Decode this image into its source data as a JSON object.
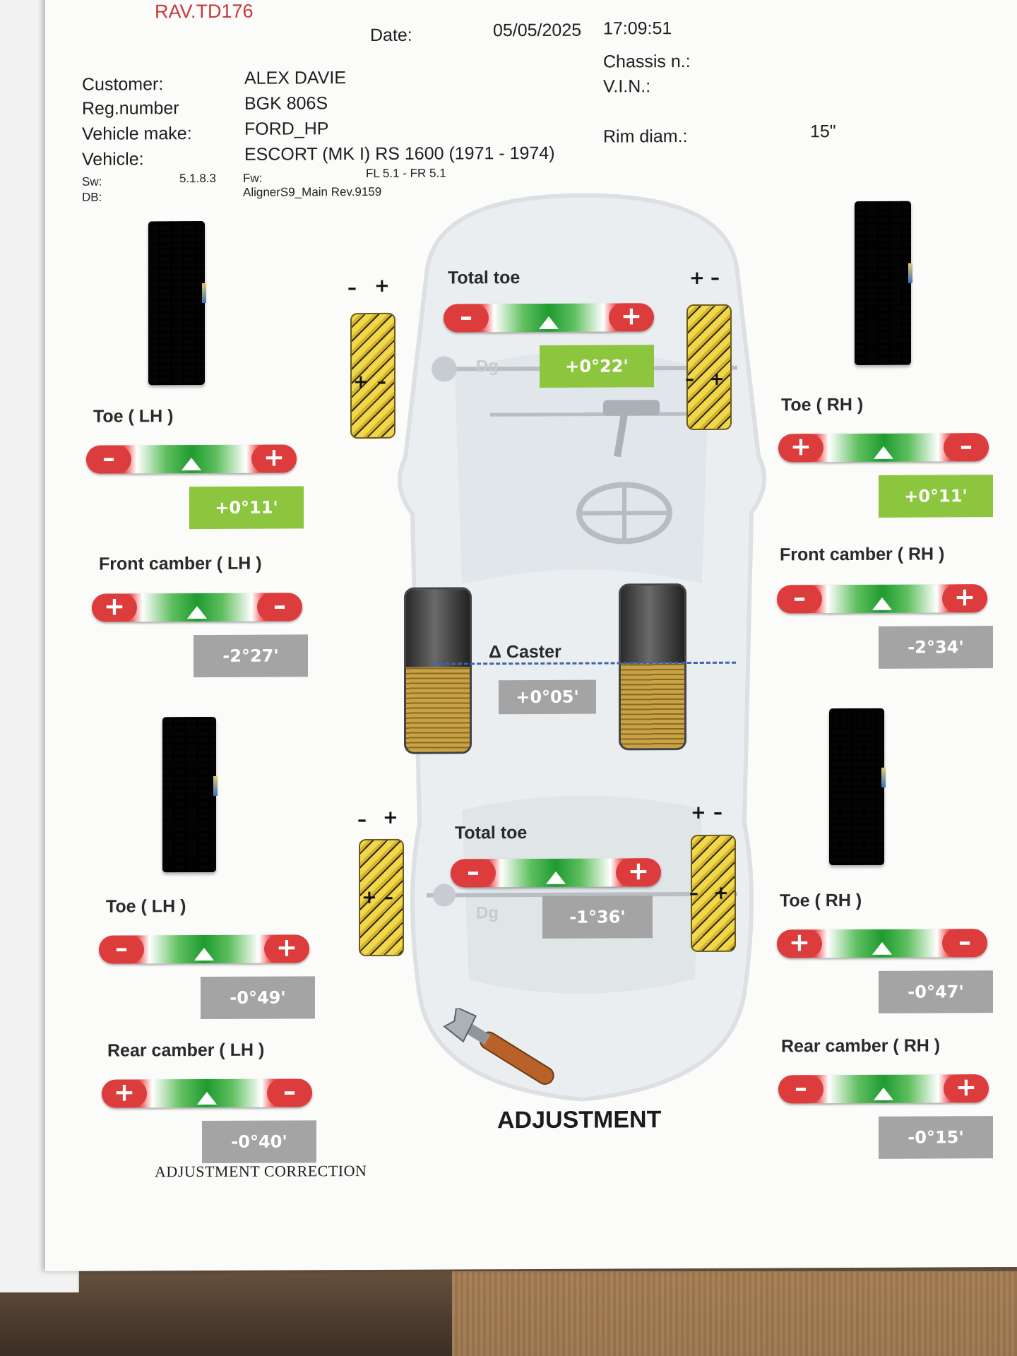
{
  "doc_id": "RAV.TD176",
  "header": {
    "date_label": "Date:",
    "date": "05/05/2025",
    "time": "17:09:51",
    "customer_label": "Customer:",
    "customer": "ALEX DAVIE",
    "reg_label": "Reg.number",
    "reg": "BGK 806S",
    "make_label": "Vehicle make:",
    "make": "FORD_HP",
    "vehicle_label": "Vehicle:",
    "vehicle": "ESCORT (MK I) RS 1600 (1971 - 1974)",
    "chassis_label": "Chassis n.:",
    "vin_label": "V.I.N.:",
    "rim_label": "Rim diam.:",
    "rim": "15\"",
    "sw_label": "Sw:",
    "sw": "5.1.8.3",
    "db_label": "DB:",
    "fw_label": "Fw:",
    "fw": "FL 5.1 - FR 5.1",
    "db": "AlignerS9_Main Rev.9159"
  },
  "front": {
    "total_toe_label": "Total toe",
    "total_toe": "+0°22'",
    "dg": "Dg",
    "toe_lh_label": "Toe ( LH )",
    "toe_lh": "+0°11'",
    "toe_rh_label": "Toe ( RH )",
    "toe_rh": "+0°11'",
    "camber_lh_label": "Front camber ( LH )",
    "camber_lh": "-2°27'",
    "camber_rh_label": "Front camber ( RH )",
    "camber_rh": "-2°34'"
  },
  "caster": {
    "label": "Δ Caster",
    "value": "+0°05'"
  },
  "rear": {
    "total_toe_label": "Total toe",
    "total_toe": "-1°36'",
    "dg": "Dg",
    "toe_lh_label": "Toe ( LH )",
    "toe_lh": "-0°49'",
    "toe_rh_label": "Toe ( RH )",
    "toe_rh": "-0°47'",
    "camber_lh_label": "Rear camber ( LH )",
    "camber_lh": "-0°40'",
    "camber_rh_label": "Rear camber ( RH )",
    "camber_rh": "-0°15'"
  },
  "signs": {
    "plus": "+",
    "minus": "–"
  },
  "footer": {
    "title": "ADJUSTMENT",
    "correction": "ADJUSTMENT CORRECTION"
  },
  "colors": {
    "in_tolerance": "#8cc63f",
    "out_of_tolerance": "#a4a4a4",
    "gauge_end": "#dc3c3c",
    "gauge_center": "#1f9b30",
    "doc_id": "#c43a3a"
  },
  "icons": {
    "wrench": "wrench-icon"
  }
}
